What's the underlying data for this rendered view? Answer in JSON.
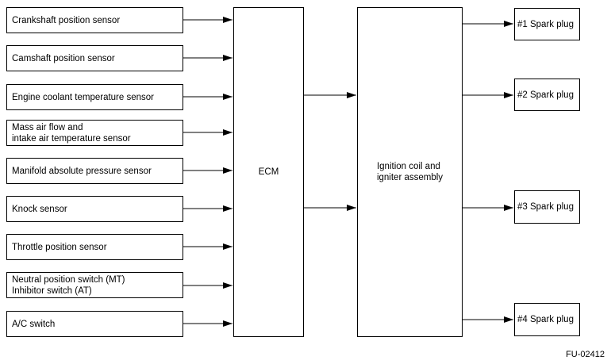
{
  "sensors": [
    {
      "label": "Crankshaft position sensor"
    },
    {
      "label": "Camshaft position sensor"
    },
    {
      "label": "Engine coolant temperature sensor"
    },
    {
      "label": "Mass air flow and\nintake air temperature sensor"
    },
    {
      "label": "Manifold absolute pressure sensor"
    },
    {
      "label": "Knock sensor"
    },
    {
      "label": "Throttle position sensor"
    },
    {
      "label": "Neutral position switch (MT)\nInhibitor switch (AT)"
    },
    {
      "label": "A/C switch"
    }
  ],
  "ecm": {
    "label": "ECM"
  },
  "ignition": {
    "label": "Ignition coil and\nigniter assembly"
  },
  "plugs": [
    {
      "label": "#1 Spark plug"
    },
    {
      "label": "#2 Spark plug"
    },
    {
      "label": "#3 Spark plug"
    },
    {
      "label": "#4 Spark plug"
    }
  ],
  "figure_id": "FU-02412"
}
